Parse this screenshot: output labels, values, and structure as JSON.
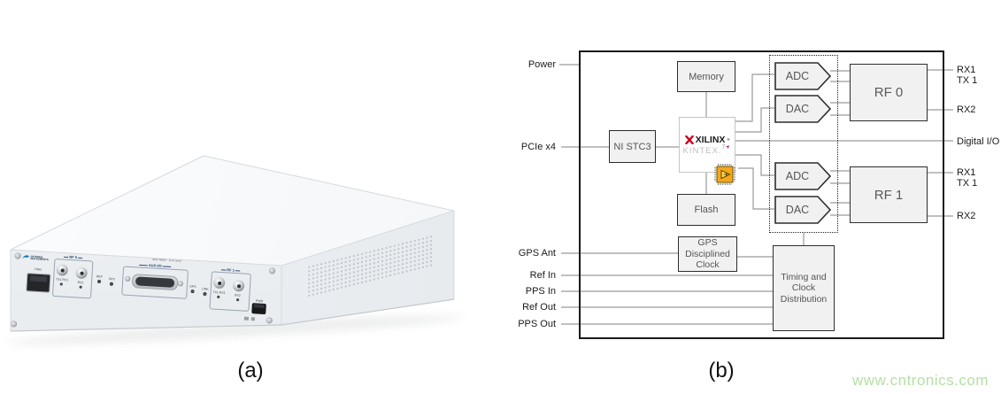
{
  "figure": {
    "caption_a": "(a)",
    "caption_b": "(b)",
    "watermark": "www.cntronics.com"
  },
  "icons": {
    "kintex_arrow": "➤"
  },
  "device": {
    "brand": {
      "line1": "NATIONAL",
      "line2": "INSTRUMENTS"
    },
    "jtag_label": "JTAG",
    "model": {
      "line1": "NI USRP-2952R",
      "line2": "400 MHz - 4.4 GHz"
    },
    "groups": {
      "rf0": {
        "title": "RF 0",
        "port1": "TX1 RX1",
        "port2": "RX2"
      },
      "aux": {
        "title": "AUX I/O"
      },
      "rf1": {
        "title": "RF 1",
        "port1": "TX1 RX1",
        "port2": "RX2"
      }
    },
    "leds": {
      "ref": "REF",
      "pps": "PPS",
      "gps": "GPS",
      "link": "LINK"
    },
    "power_label": "PWR"
  },
  "diagram": {
    "left_labels": {
      "power": "Power",
      "pcie": "PCIe x4",
      "gpsant": "GPS Ant",
      "refin": "Ref In",
      "ppsin": "PPS In",
      "refout": "Ref Out",
      "ppsout": "PPS Out"
    },
    "right_labels": {
      "rx1": "RX1",
      "tx1": "TX 1",
      "rx2": "RX2",
      "dio": "Digital I/O"
    },
    "blocks": {
      "memory": "Memory",
      "nistc3": "NI STC3",
      "flash": "Flash",
      "adc": "ADC",
      "dac": "DAC",
      "rf0": "RF 0",
      "rf1": "RF 1",
      "gps_clock": {
        "l1": "GPS",
        "l2": "Disciplined",
        "l3": "Clock"
      },
      "timing": {
        "l1": "Timing and",
        "l2": "Clock",
        "l3": "Distribution"
      },
      "fpga": {
        "brand": "XILINX",
        "reg": "®",
        "family": "KINTEX.",
        "seven": "7"
      }
    },
    "colors": {
      "block_fill": "#f1f1f1",
      "line": "#9a9a9a",
      "xilinx_red": "#d0021b",
      "kintex_gray": "#bdbdbd",
      "accent_purple": "#a0268e",
      "chip_orange": "#f4a71d",
      "watermark_green": "#b5dfa3"
    }
  }
}
